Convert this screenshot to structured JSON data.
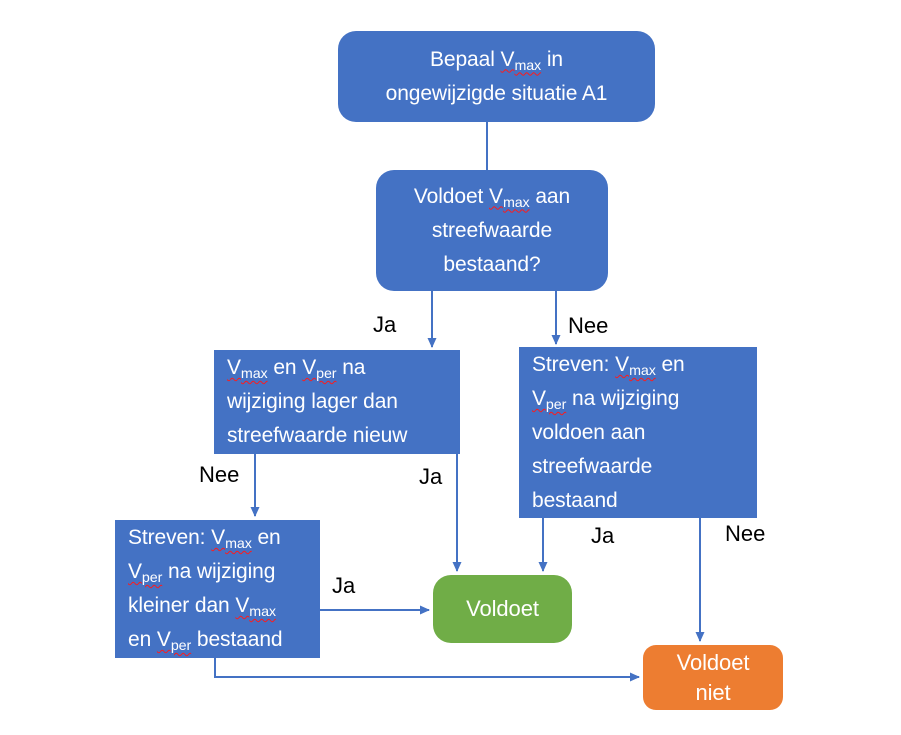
{
  "colors": {
    "background": "#ffffff",
    "node_blue": "#4472C4",
    "node_green": "#70AD47",
    "node_orange": "#ED7D31",
    "node_text": "#ffffff",
    "connector": "#4472C4",
    "edge_label_text": "#000000",
    "squiggle": "#ff1a1a"
  },
  "diagram": {
    "nodes": {
      "start": {
        "segments": [
          {
            "t": "Bepaal "
          },
          {
            "t": "V",
            "sub": "max"
          },
          {
            "t": " in"
          },
          {
            "br": true
          },
          {
            "t": "ongewijzigde situatie A1"
          }
        ]
      },
      "check": {
        "segments": [
          {
            "t": "Voldoet "
          },
          {
            "t": "V",
            "sub": "max"
          },
          {
            "t": " aan"
          },
          {
            "br": true
          },
          {
            "t": "streefwaarde"
          },
          {
            "br": true
          },
          {
            "t": "bestaand?"
          }
        ]
      },
      "lower_new": {
        "segments": [
          {
            "t": "V",
            "sub": "max"
          },
          {
            "t": " en "
          },
          {
            "t": "V",
            "sub": "per"
          },
          {
            "t": " na"
          },
          {
            "br": true
          },
          {
            "t": "wijziging lager dan"
          },
          {
            "br": true
          },
          {
            "t": "streefwaarde nieuw"
          }
        ]
      },
      "target_existing": {
        "segments": [
          {
            "t": "Streven: "
          },
          {
            "t": "V",
            "sub": "max"
          },
          {
            "t": " en"
          },
          {
            "br": true
          },
          {
            "t": "V",
            "sub": "per"
          },
          {
            "t": " na wijziging"
          },
          {
            "br": true
          },
          {
            "t": "voldoen aan"
          },
          {
            "br": true
          },
          {
            "t": "streefwaarde"
          },
          {
            "br": true
          },
          {
            "t": "bestaand"
          }
        ]
      },
      "target_smaller": {
        "segments": [
          {
            "t": "Streven: "
          },
          {
            "t": "V",
            "sub": "max"
          },
          {
            "t": " en"
          },
          {
            "br": true
          },
          {
            "t": "V",
            "sub": "per"
          },
          {
            "t": " na wijziging"
          },
          {
            "br": true
          },
          {
            "t": "kleiner dan "
          },
          {
            "t": "V",
            "sub": "max"
          },
          {
            "br": true
          },
          {
            "t": "en "
          },
          {
            "t": "V",
            "sub": "per"
          },
          {
            "t": " bestaand"
          }
        ]
      },
      "pass": {
        "segments": [
          {
            "t": "Voldoet"
          }
        ]
      },
      "fail": {
        "segments": [
          {
            "t": "Voldoet"
          },
          {
            "br": true
          },
          {
            "t": "niet"
          }
        ]
      }
    },
    "edge_labels": {
      "check_yes": "Ja",
      "check_no": "Nee",
      "lower_no": "Nee",
      "lower_yes": "Ja",
      "smaller_yes": "Ja",
      "existing_yes": "Ja",
      "existing_no": "Nee"
    },
    "edges": [
      {
        "from": "start",
        "to": "check",
        "label": ""
      },
      {
        "from": "check",
        "to": "lower_new",
        "label": "Ja"
      },
      {
        "from": "check",
        "to": "target_existing",
        "label": "Nee"
      },
      {
        "from": "lower_new",
        "to": "target_smaller",
        "label": "Nee"
      },
      {
        "from": "lower_new",
        "to": "pass",
        "label": "Ja"
      },
      {
        "from": "target_smaller",
        "to": "pass",
        "label": "Ja"
      },
      {
        "from": "target_existing",
        "to": "pass",
        "label": "Ja"
      },
      {
        "from": "target_existing",
        "to": "fail",
        "label": "Nee"
      },
      {
        "from": "target_smaller",
        "to": "fail",
        "label": ""
      }
    ]
  }
}
